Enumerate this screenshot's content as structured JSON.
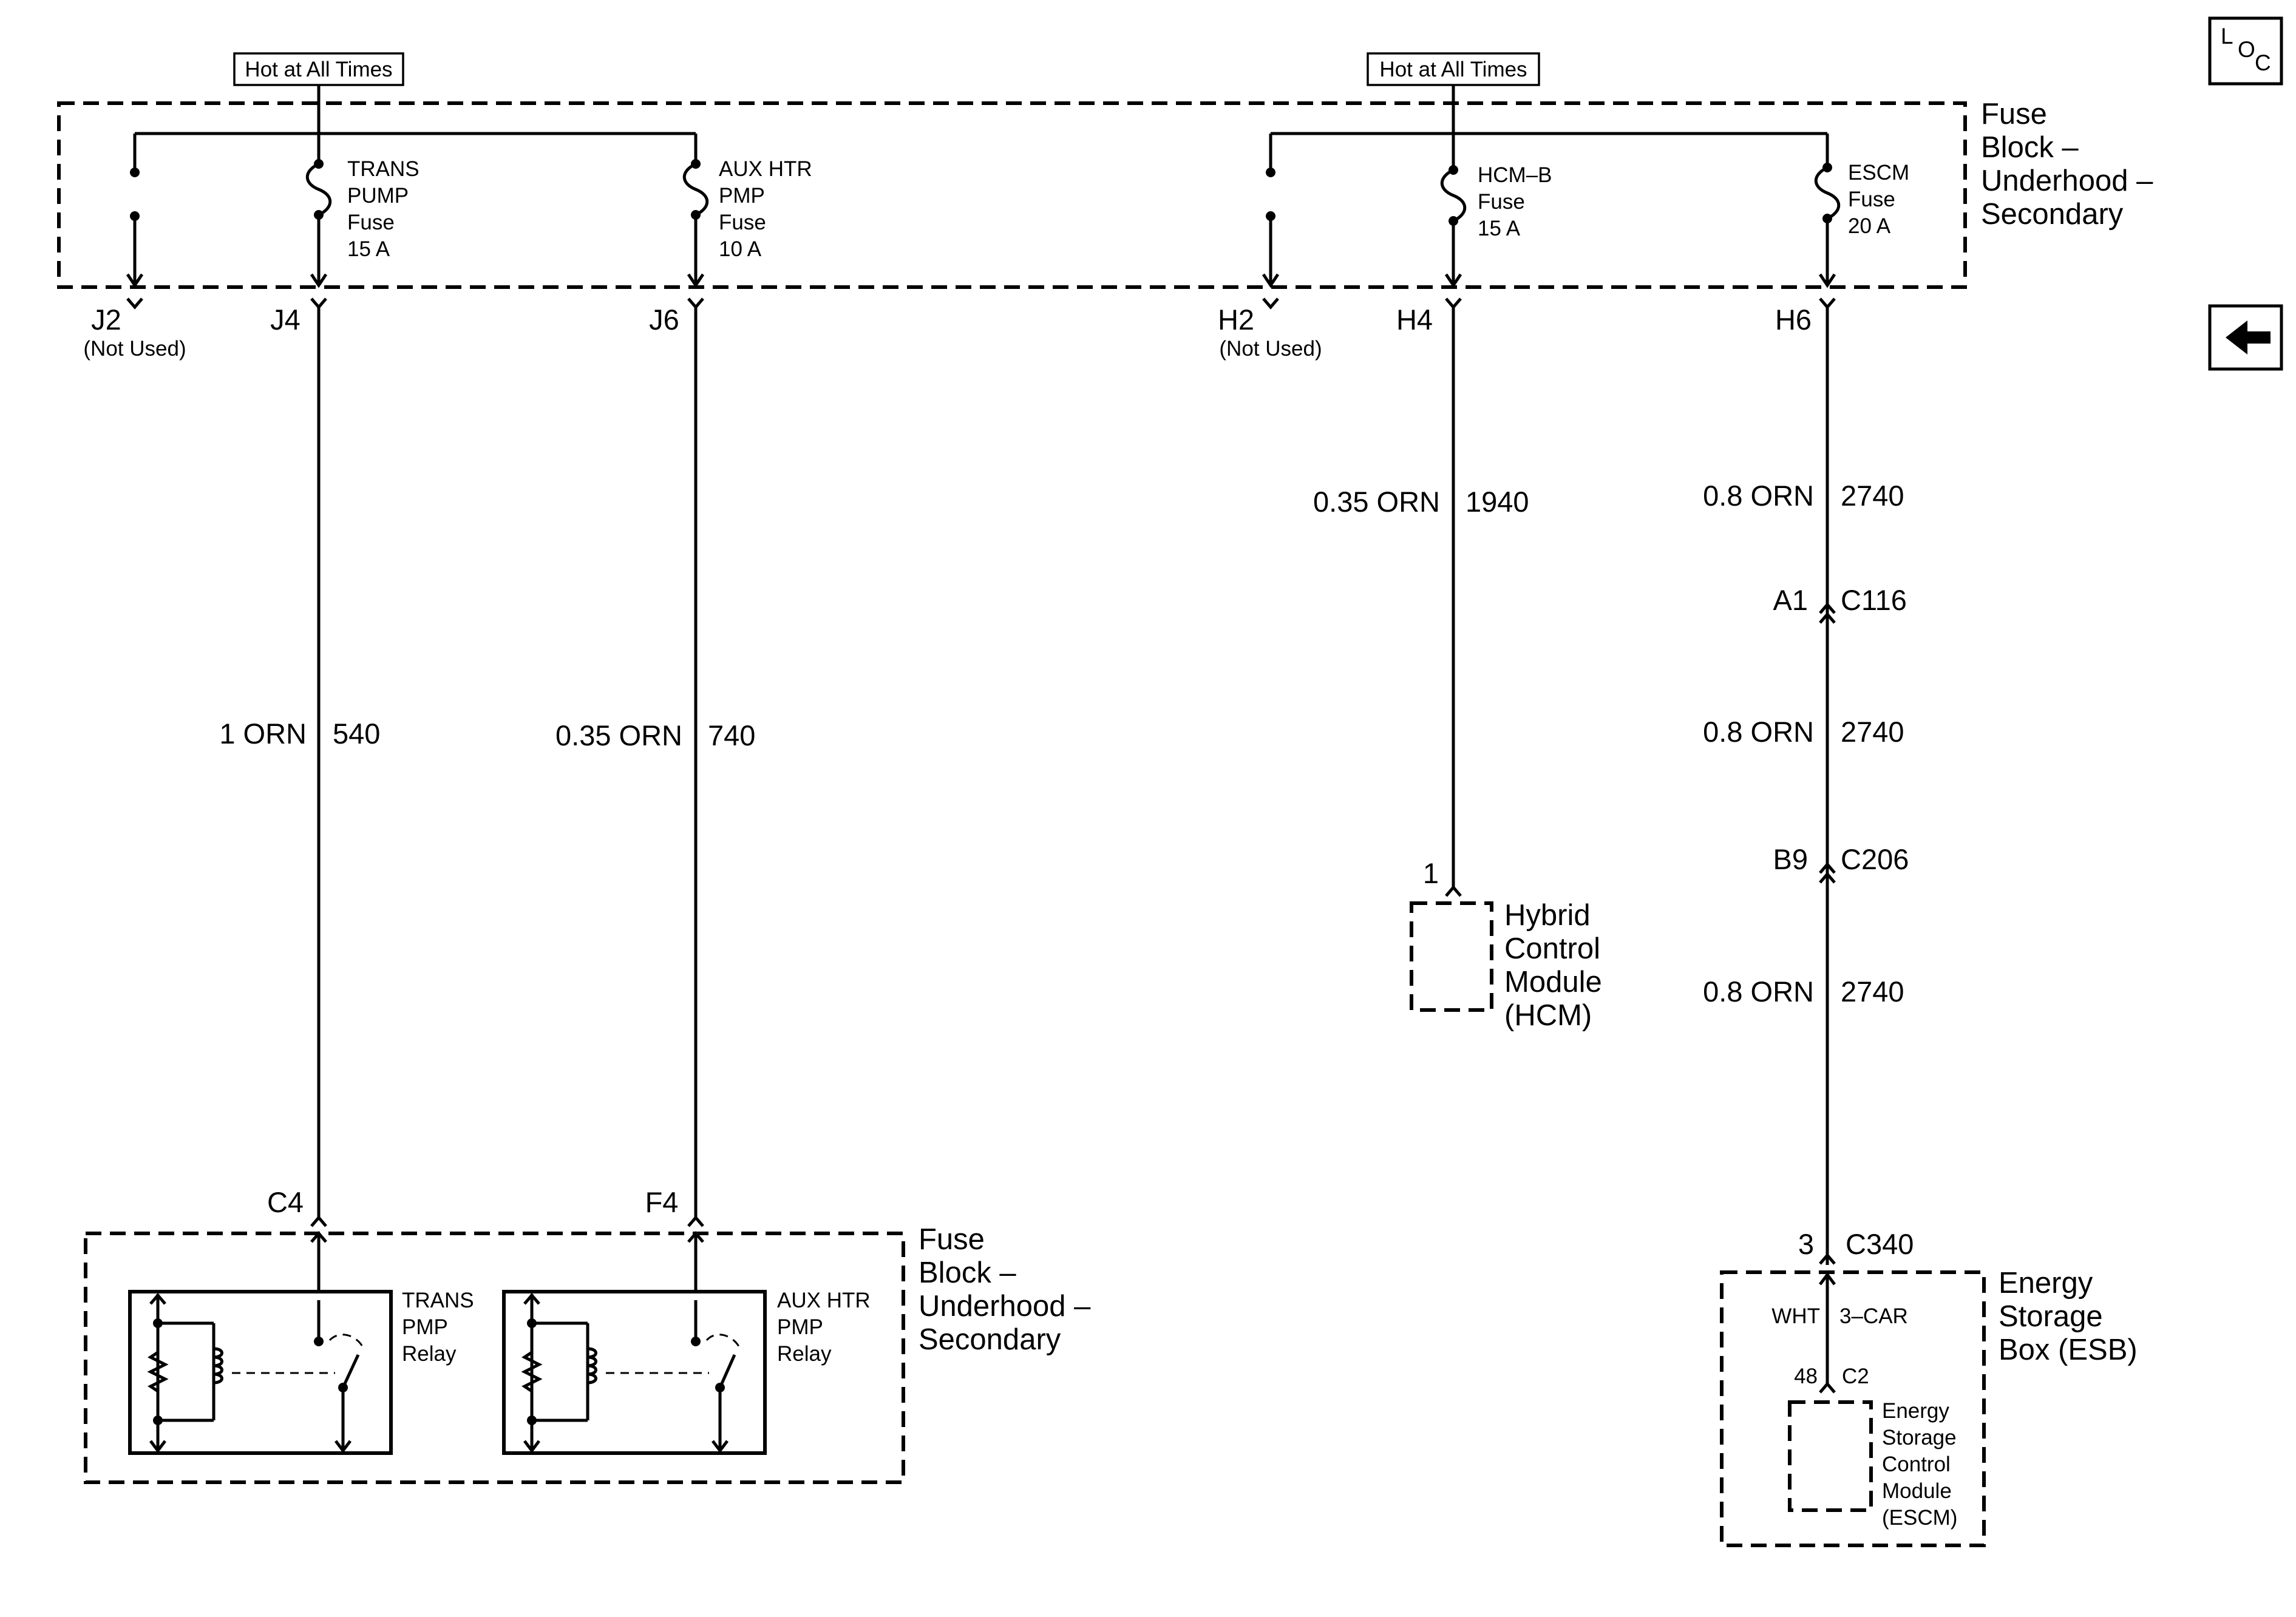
{
  "header": {
    "hot_label_left": "Hot at All Times",
    "hot_label_right": "Hot at All Times"
  },
  "nav": {
    "loc_letters": [
      "L",
      "O",
      "C"
    ],
    "back_icon": "arrow-left-icon"
  },
  "fuse_block_top": {
    "name_lines": [
      "Fuse",
      "Block –",
      "Underhood –",
      "Secondary"
    ],
    "fuses": [
      {
        "id": "trans-pump",
        "lines": [
          "TRANS",
          "PUMP",
          "Fuse",
          "15 A"
        ]
      },
      {
        "id": "aux-htr-pmp",
        "lines": [
          "AUX HTR",
          "PMP",
          "Fuse",
          "10 A"
        ]
      },
      {
        "id": "hcm-b",
        "lines": [
          "HCM–B",
          "Fuse",
          "15 A"
        ]
      },
      {
        "id": "escm",
        "lines": [
          "ESCM",
          "Fuse",
          "20 A"
        ]
      }
    ],
    "terminals": {
      "j2": "J2",
      "j2_note": "(Not Used)",
      "j4": "J4",
      "j6": "J6",
      "h2": "H2",
      "h2_note": "(Not Used)",
      "h4": "H4",
      "h6": "H6"
    }
  },
  "wires": {
    "j4": {
      "gauge_color": "1 ORN",
      "circuit": "540"
    },
    "j6": {
      "gauge_color": "0.35 ORN",
      "circuit": "740"
    },
    "h4": {
      "gauge_color": "0.35 ORN",
      "circuit": "1940"
    },
    "h6_seg1": {
      "gauge_color": "0.8 ORN",
      "circuit": "2740"
    },
    "h6_seg2": {
      "gauge_color": "0.8 ORN",
      "circuit": "2740"
    },
    "h6_seg3": {
      "gauge_color": "0.8 ORN",
      "circuit": "2740"
    }
  },
  "connectors": {
    "c116_pin": "A1",
    "c116": "C116",
    "c206_pin": "B9",
    "c206": "C206",
    "c340_pin": "3",
    "c340": "C340",
    "c4": "C4",
    "f4": "F4",
    "hcm_pin": "1"
  },
  "hcm": {
    "name_lines": [
      "Hybrid",
      "Control",
      "Module",
      "(HCM)"
    ]
  },
  "fuse_block_bottom": {
    "name_lines": [
      "Fuse",
      "Block –",
      "Underhood –",
      "Secondary"
    ],
    "relays": [
      {
        "id": "trans-pmp-relay",
        "lines": [
          "TRANS",
          "PMP",
          "Relay"
        ]
      },
      {
        "id": "aux-htr-pmp-relay",
        "lines": [
          "AUX HTR",
          "PMP",
          "Relay"
        ]
      }
    ]
  },
  "esb": {
    "name_lines": [
      "Energy",
      "Storage",
      "Box (ESB)"
    ],
    "wire_color": "WHT",
    "wire_circuit": "3–CAR",
    "pin": "48",
    "connector": "C2",
    "escm_lines": [
      "Energy",
      "Storage",
      "Control",
      "Module",
      "(ESCM)"
    ]
  }
}
